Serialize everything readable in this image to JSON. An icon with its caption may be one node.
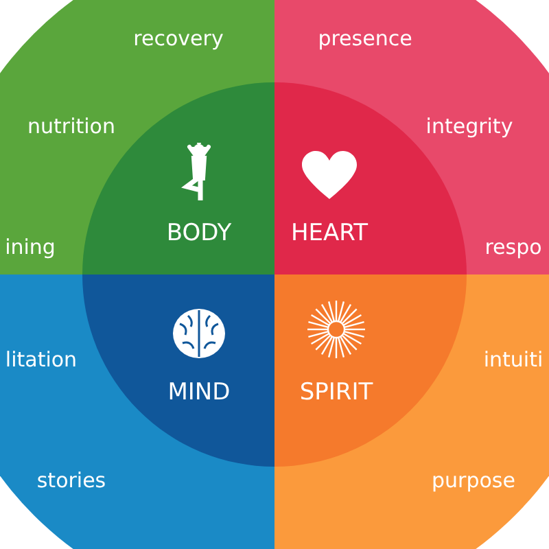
{
  "diagram": {
    "nodes": [
      {
        "text": [
          "BODY"
        ]
      },
      {
        "text": [
          "HEART"
        ]
      },
      {
        "text": [
          "MIND"
        ]
      },
      {
        "text": [
          "SPIRIT"
        ]
      }
    ],
    "labels": [
      "recovery",
      "presence",
      "nutrition",
      "integrity",
      "ining",
      "respo",
      "litation",
      "intuiti",
      "stories",
      "purpose"
    ]
  }
}
